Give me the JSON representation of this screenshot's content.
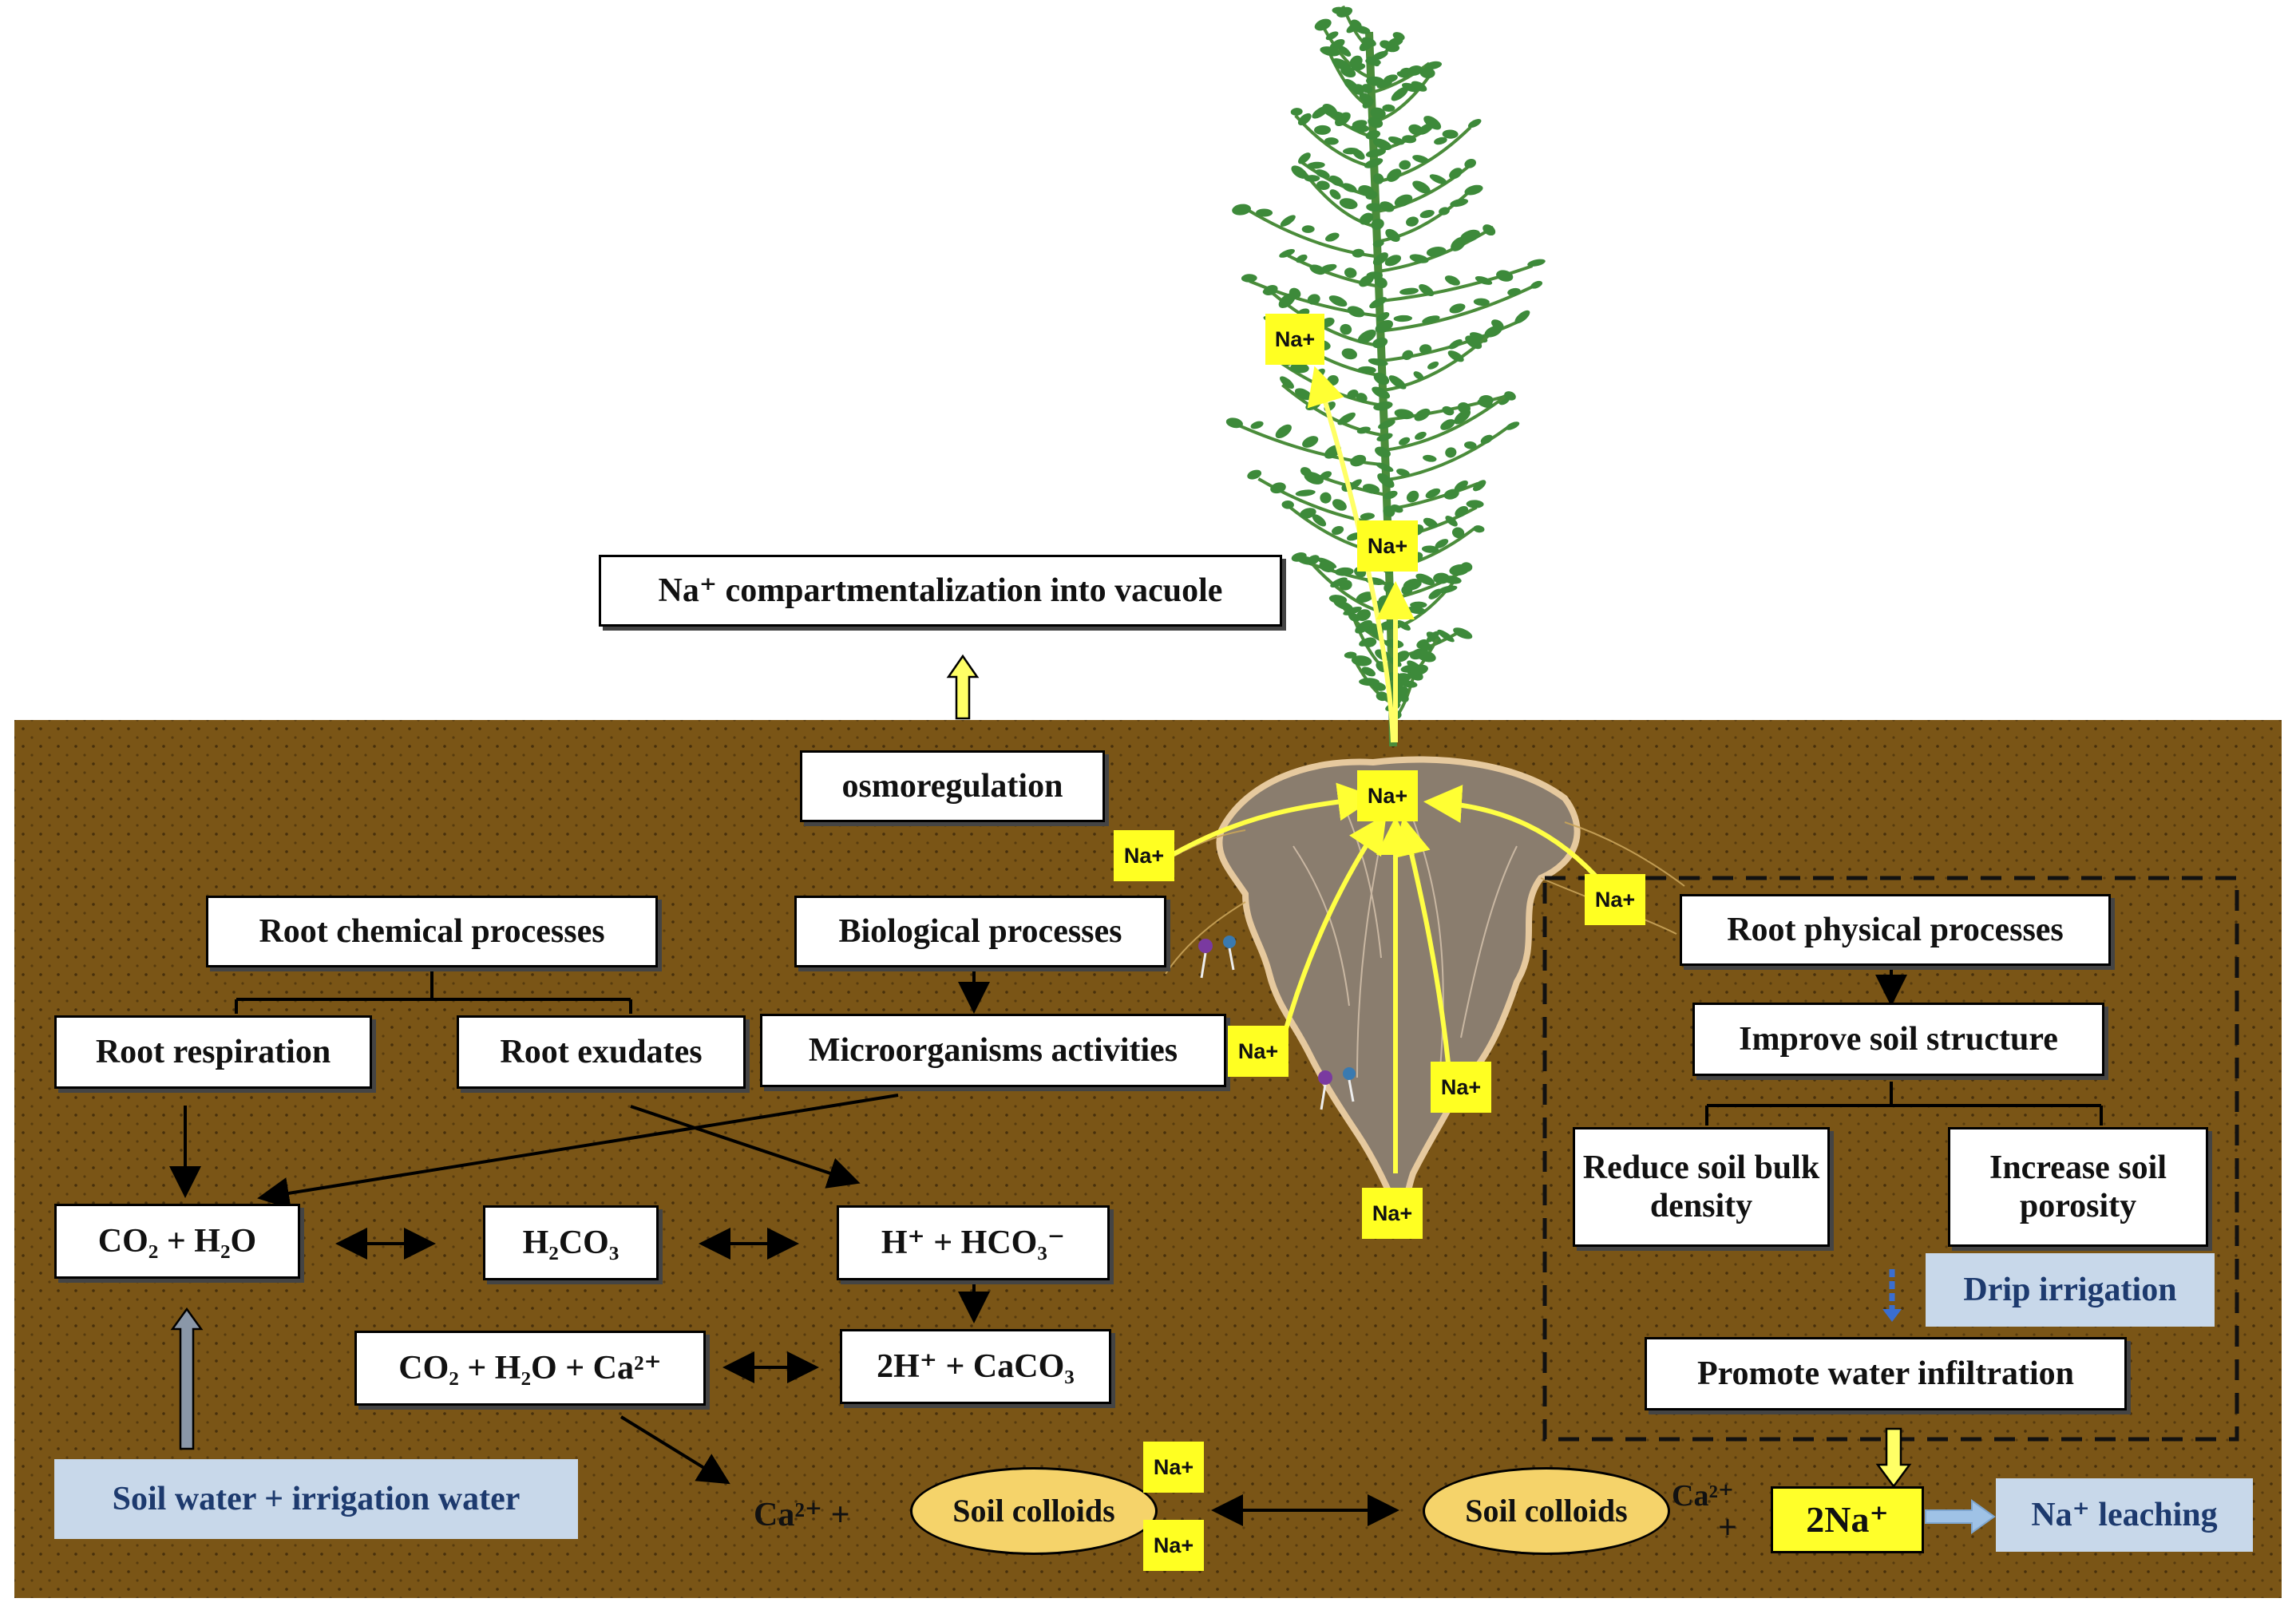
{
  "labels": {
    "vacuole": "Na⁺ compartmentalization into vacuole",
    "osmoregulation": "osmoregulation",
    "root_chemical": "Root chemical processes",
    "biological": "Biological processes",
    "root_physical": "Root physical processes",
    "root_respiration": "Root respiration",
    "root_exudates": "Root exudates",
    "microorganisms": "Microorganisms activities",
    "improve_soil": "Improve soil structure",
    "reduce_density": "Reduce soil bulk density",
    "increase_porosity": "Increase soil porosity",
    "drip_irrigation": "Drip irrigation",
    "promote_infiltration": "Promote water infiltration",
    "co2_h2o": "CO₂ + H₂O",
    "h2co3": "H₂CO₃",
    "h_hco3": "H⁺ + HCO₃⁻",
    "co2_h2o_ca": "CO₂ + H₂O + Ca²⁺",
    "two_h_caco3": "2H⁺ + CaCO₃",
    "soil_water": "Soil water + irrigation water",
    "ca_plus_left": "Ca²⁺ +",
    "soil_colloids": "Soil colloids",
    "ca_right": "Ca²⁺",
    "plus_right": "+",
    "two_na": "2Na⁺",
    "na_leaching": "Na⁺ leaching",
    "na_tag": "Na+"
  },
  "colors": {
    "soil": "#7a5516",
    "plant": "#3d8a3a",
    "root": "#8a7d70",
    "ion_tag": "#ffff22",
    "flow_arrow": "#ffff44",
    "blue_box": "#c8d8ea"
  }
}
